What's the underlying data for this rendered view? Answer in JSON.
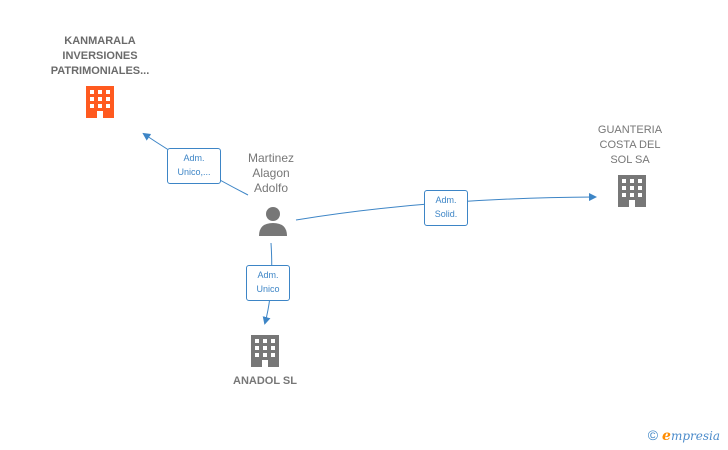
{
  "nodes": {
    "kanmarala": {
      "label_lines": [
        "KANMARALA",
        "INVERSIONES",
        "PATRIMONIALES..."
      ],
      "color": "#ff5a1f",
      "icon": "building-icon"
    },
    "person": {
      "label_lines": [
        "Martinez",
        "Alagon",
        "Adolfo"
      ],
      "color": "#777777",
      "icon": "person-icon"
    },
    "guanteria": {
      "label_lines": [
        "GUANTERIA",
        "COSTA DEL",
        "SOL SA"
      ],
      "color": "#777777",
      "icon": "building-icon"
    },
    "anadol": {
      "label_lines": [
        "ANADOL SL"
      ],
      "color": "#777777",
      "icon": "building-icon"
    }
  },
  "relations": {
    "to_kanmarala": {
      "lines": [
        "Adm.",
        "Unico,..."
      ]
    },
    "to_guanteria": {
      "lines": [
        "Adm.",
        "Solid."
      ]
    },
    "to_anadol": {
      "lines": [
        "Adm.",
        "Unico"
      ]
    }
  },
  "colors": {
    "edge": "#3d85c6",
    "accent": "#ff5a1f"
  },
  "brand": {
    "copyright": "©",
    "e": "e",
    "rest": "mpresia"
  }
}
